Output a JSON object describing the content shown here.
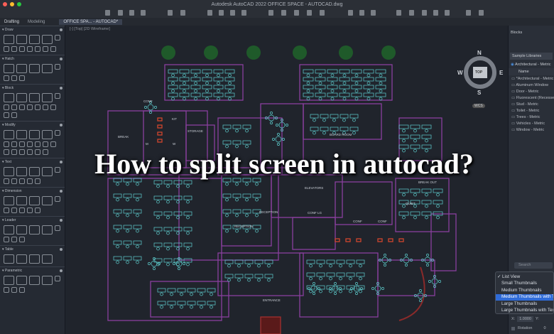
{
  "window": {
    "title": "Autodesk AutoCAD 2022    OFFICE SPACE - AUTOCAD.dwg"
  },
  "tabs": {
    "drafting": "Drafting",
    "modeling": "Modeling",
    "document": "OFFICE SPA... - AUTOCAD*"
  },
  "viewport": {
    "header": "[-] [Top] [2D Wireframe]",
    "compass": {
      "n": "N",
      "s": "S",
      "e": "E",
      "w": "W",
      "top": "TOP"
    },
    "wcs": "WCS"
  },
  "palette": {
    "sections": [
      "Draw",
      "Hatch",
      "Block",
      "Modify",
      "Text",
      "Dimension",
      "Leader",
      "Table",
      "Parametric"
    ]
  },
  "floorplan": {
    "labels": {
      "break": "BREAK",
      "storage": "STORAGE",
      "kit": "KIT",
      "m": "M",
      "w": "W",
      "elevators": "ELEVATORS",
      "reception": "RECEPTION",
      "reception2": "RECEPTION",
      "conf_lg": "CONF LG",
      "conf1": "CONF",
      "conf2": "CONF",
      "boardroom": "BOARD ROOM",
      "quiet": "QUIET",
      "breakout": "BREAK OUT",
      "entrance": "ENTRANCE",
      "conf_top": "CONF"
    }
  },
  "headline": "How to split screen in autocad?",
  "right_panel": {
    "title": "Blocks",
    "library": "Sample Libraries",
    "current": "Architectural - Metric",
    "column": "Name",
    "blocks": [
      "*Architectural - Metric",
      "Aluminum Window",
      "Door - Metric",
      "Fluorescent (Recessed)",
      "Stud - Metric",
      "Toilet - Metric",
      "Trees - Metric",
      "Vehicles - Metric",
      "Window - Metric"
    ],
    "search_placeholder": "Search",
    "view_menu": {
      "items": [
        "List View",
        "Small Thumbnails",
        "Medium Thumbnails",
        "Medium Thumbnails with Text",
        "Large Thumbnails",
        "Large Thumbnails with Text"
      ],
      "checked": 0,
      "highlighted": 3
    },
    "scale_x_label": "X:",
    "scale_x": "1.0000",
    "scale_y_label": "Y:",
    "rotation_label": "Rotation",
    "rotation": "0"
  },
  "colors": {
    "wall": "#8a3f9e",
    "furniture": "#5fd0d0",
    "accent": "#2f6bd8",
    "restroom": "#d0452e",
    "trees": "#1f5a2a"
  }
}
